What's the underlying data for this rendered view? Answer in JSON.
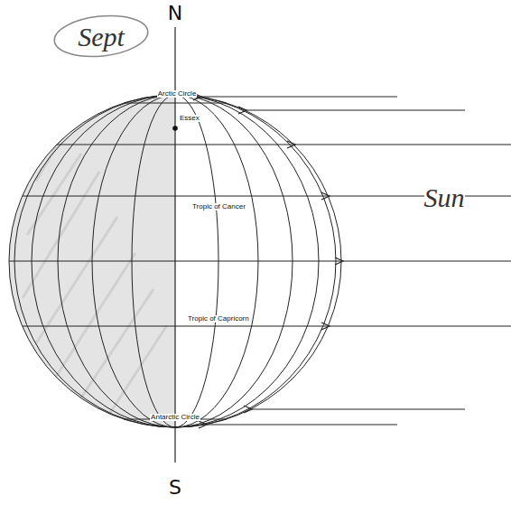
{
  "diagram": {
    "labels": [
      "Sept",
      "N",
      "Arctic Circle",
      "Essex",
      "Sun",
      "Tropic of Cancer",
      "Tropic of Capricorn",
      "Antarctic Circle",
      "S"
    ]
  }
}
